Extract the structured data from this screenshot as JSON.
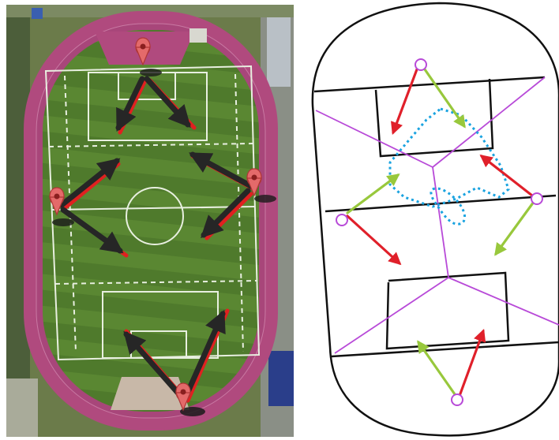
{
  "panels": [
    {
      "name": "aerial-photo-panel",
      "kind": "satellite-image-with-markers"
    },
    {
      "name": "schematic-panel",
      "kind": "field-diagram"
    }
  ],
  "colors": {
    "track": "#b04a7e",
    "grass": "#4f7a2c",
    "grass_light": "#5d8c34",
    "field_lines": "#e8efe0",
    "pin_fill": "#e46a6a",
    "pin_stroke": "#b03636",
    "photo_arrow": "#262626",
    "photo_arrow_shadow": "#e02020",
    "outline": "#111111",
    "voronoi": "#b84ad8",
    "dotted_region": "#1aa3e0",
    "arrow_red": "#e0202a",
    "arrow_green": "#98c83c",
    "marker_circle": "#b84ad8"
  },
  "icons": {
    "pin": "map-pin-icon",
    "marker": "circle-marker-icon"
  },
  "photo_pins": [
    {
      "id": "pin-top"
    },
    {
      "id": "pin-left"
    },
    {
      "id": "pin-right"
    },
    {
      "id": "pin-bottom"
    }
  ],
  "schematic_markers": [
    {
      "id": "marker-top"
    },
    {
      "id": "marker-left"
    },
    {
      "id": "marker-right"
    },
    {
      "id": "marker-bottom"
    }
  ]
}
